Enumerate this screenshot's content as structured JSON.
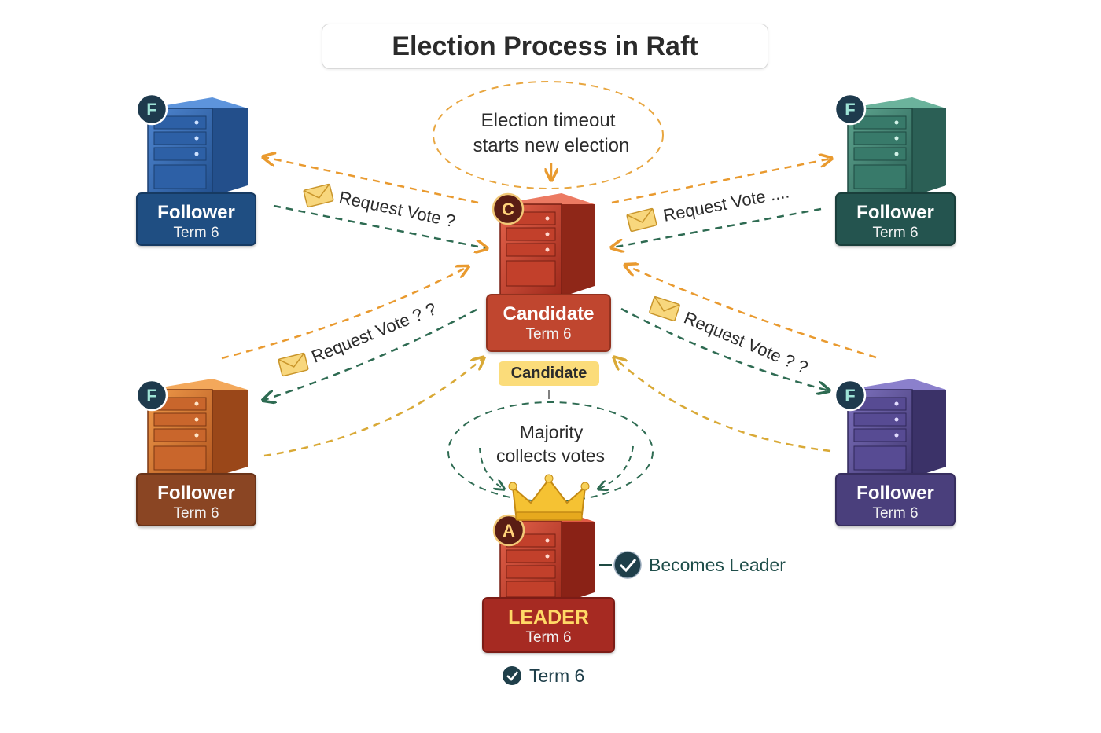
{
  "title": "Election Process in Raft",
  "timeout_note": {
    "line1": "Election timeout",
    "line2": "starts new election"
  },
  "majority_note": {
    "line1": "Majority",
    "line2": "collects votes"
  },
  "badges": {
    "follower": "F",
    "candidate": "C",
    "leader": "A"
  },
  "nodes": {
    "follower_top_left": {
      "role": "Follower",
      "term": "Term 6",
      "color": "#1f4e82"
    },
    "follower_top_right": {
      "role": "Follower",
      "term": "Term 6",
      "color": "#24544f"
    },
    "follower_bottom_left": {
      "role": "Follower",
      "term": "Term 6",
      "color": "#8a4523"
    },
    "follower_bottom_right": {
      "role": "Follower",
      "term": "Term 6",
      "color": "#4a3f7c"
    },
    "candidate": {
      "role": "Candidate",
      "term": "Term 6",
      "tag": "Candidate",
      "color": "#c0462f"
    },
    "leader": {
      "role": "LEADER",
      "term": "Term 6",
      "color": "#a62a22"
    }
  },
  "messages": {
    "top_left": "Request Vote ?",
    "top_right": "Request Vote ....",
    "bottom_left": "Request Vote ? ?",
    "bottom_right": "Request Vote ? ?"
  },
  "becomes_leader": "Becomes Leader",
  "leader_term_check": "Term 6",
  "colors": {
    "request_arrow": "#e99a2f",
    "vote_arrow": "#2e6b52",
    "accent": "#fbdc7a"
  }
}
